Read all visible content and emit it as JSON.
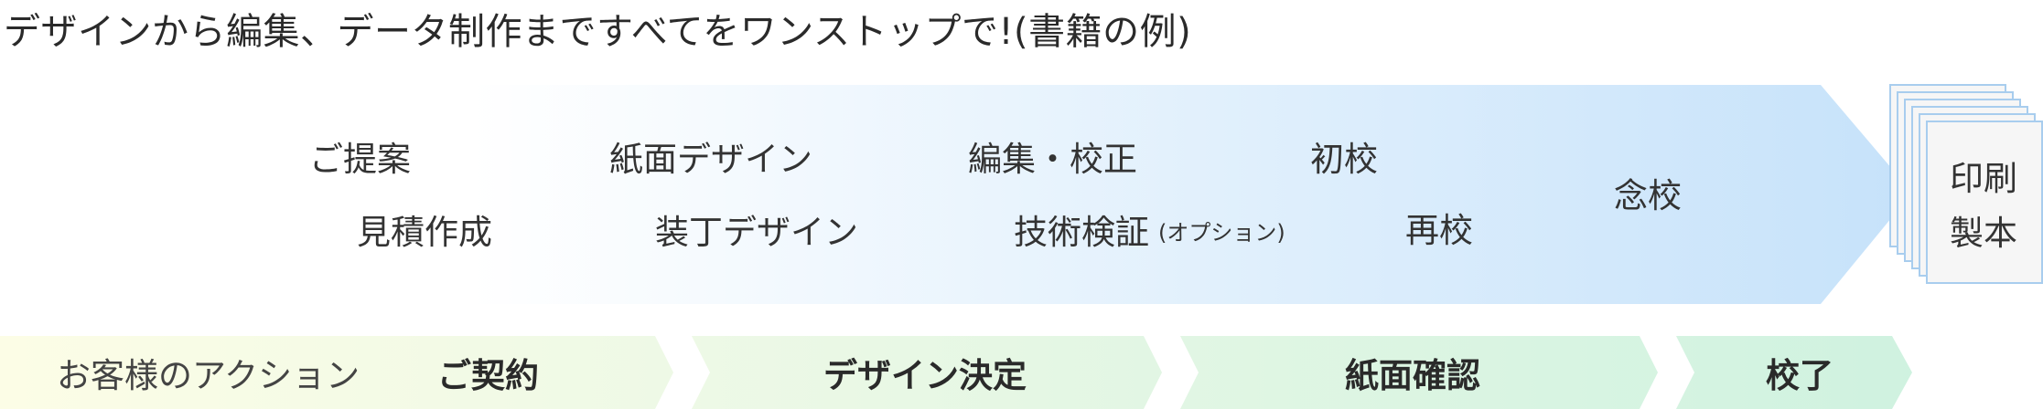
{
  "title": "デザインから編集、データ制作まですべてをワンストップで!(書籍の例)",
  "process": {
    "steps": [
      {
        "label": "ご提案"
      },
      {
        "label": "見積作成"
      },
      {
        "label": "紙面デザイン"
      },
      {
        "label": "装丁デザイン"
      },
      {
        "label": "編集・校正"
      },
      {
        "label": "技術検証",
        "note": "(オプション)"
      },
      {
        "label": "初校"
      },
      {
        "label": "再校"
      },
      {
        "label": "念校"
      }
    ],
    "final": {
      "line1": "印刷",
      "line2": "製本"
    }
  },
  "customer": {
    "label": "お客様のアクション",
    "actions": [
      "ご契約",
      "デザイン決定",
      "紙面確認",
      "校了"
    ]
  },
  "colors": {
    "arrow_start": "#ffffff",
    "arrow_end": "#c8e3fa",
    "doc_border": "#a8cdee",
    "doc_fill": "#f4f4f4",
    "action_start": "#fdfde8",
    "action_end": "#d2f3e1"
  }
}
